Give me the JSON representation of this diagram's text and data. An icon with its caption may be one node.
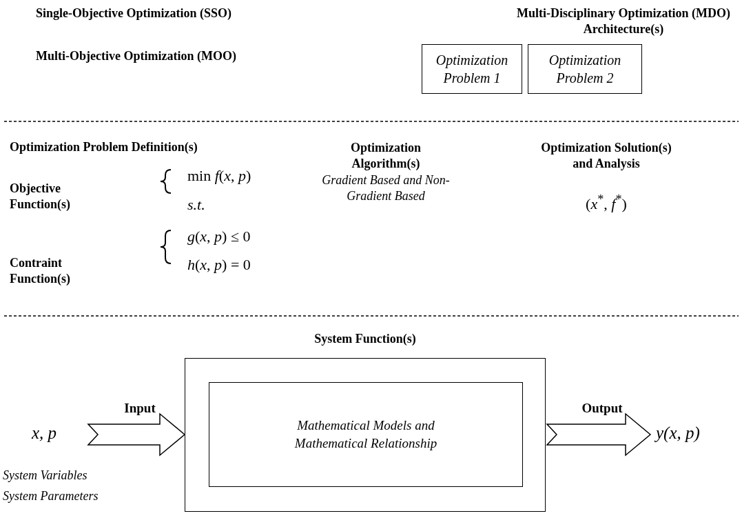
{
  "diagram": {
    "nodes": [
      {
        "text": [
          "Optimization Problem 1"
        ]
      },
      {
        "text": [
          "Optimization Problem 2"
        ]
      },
      {
        "text": [
          "System Function(s)"
        ]
      },
      {
        "text": [
          "Mathematical Models and Mathematical Relationship"
        ],
        "in": 2
      },
      {
        "text": [
          "*x*, *p*"
        ]
      },
      {
        "text": [
          "*y*(*x*, *p*)"
        ]
      }
    ],
    "edges": [
      {
        "from": 4,
        "to": 2,
        "arrow": "to",
        "label": "Input"
      },
      {
        "from": 2,
        "to": 5,
        "arrow": "to",
        "label": "Output"
      }
    ],
    "labels": [
      "Single-Objective Optimization (SSO)",
      "Multi-Disciplinary Optimization (MDO) Architecture(s)",
      "Multi-Objective Optimization (MOO)",
      "Optimization Problem Definition(s)",
      "Optimization Algorithm(s)",
      "Optimization Solution(s) and Analysis",
      "Objective Function(s)",
      "min *f*(*x*, *p*)",
      "Gradient Based and Non-Gradient Based",
      "(*x*$^{*}$, *f*$^{*}$)",
      "s.t.",
      "Contraint Function(s)",
      "*g*(*x*, *p*) ≤ 0",
      "*h*(*x*, *p*) = 0",
      "System Variables",
      "System Parameters"
    ]
  }
}
